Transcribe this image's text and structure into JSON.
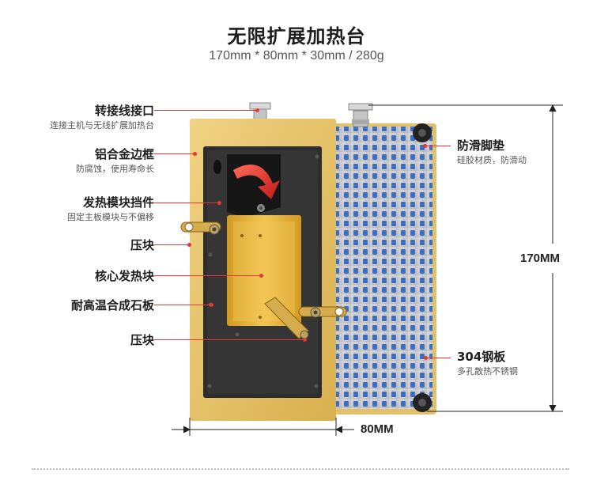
{
  "header": {
    "title": "无限扩展加热台",
    "subtitle": "170mm * 80mm * 30mm / 280g"
  },
  "labels_left": [
    {
      "main": "转接线接口",
      "sub": "连接主机与无线扩展加热台"
    },
    {
      "main": "铝合金边框",
      "sub": "防腐蚀，使用寿命长"
    },
    {
      "main": "发热模块挡件",
      "sub": "固定主板模块与不偏移"
    },
    {
      "main": "压块",
      "sub": ""
    },
    {
      "main": "核心发热块",
      "sub": ""
    },
    {
      "main": "耐高温合成石板",
      "sub": ""
    },
    {
      "main": "压块",
      "sub": ""
    }
  ],
  "labels_right": [
    {
      "main": "防滑脚垫",
      "sub": "硅胶材质，防滑动"
    },
    {
      "main": "304钢板",
      "sub": "多孔散热不锈钢"
    }
  ],
  "dimensions": {
    "height": "170MM",
    "width": "80MM"
  },
  "colors": {
    "accent": "#e53935",
    "gold": "#e8c56a",
    "heater": "#e0a830",
    "board": "#2e2e2e",
    "steel": "#c9c9cc",
    "hole_blue": "#3a6fc4"
  }
}
